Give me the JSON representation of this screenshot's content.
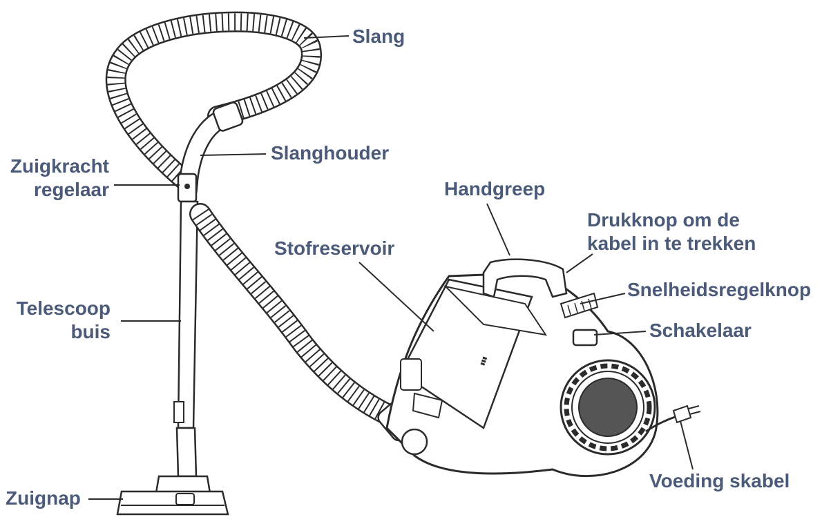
{
  "colors": {
    "label": "#4a5a78",
    "line": "#2b2b2b",
    "background": "#ffffff"
  },
  "labels": {
    "slang": "Slang",
    "slanghouder": "Slanghouder",
    "zuigkracht_regelaar": [
      "Zuigkracht",
      "regelaar"
    ],
    "handgreep": "Handgreep",
    "drukknop": [
      "Drukknop om de",
      "kabel in te trekken"
    ],
    "stofreservoir": "Stofreservoir",
    "snelheidsregelknop": "Snelheidsregelknop",
    "telescoop_buis": [
      "Telescoop",
      "buis"
    ],
    "schakelaar": "Schakelaar",
    "voeding_skabel": "Voeding skabel",
    "zuignap": "Zuignap"
  }
}
